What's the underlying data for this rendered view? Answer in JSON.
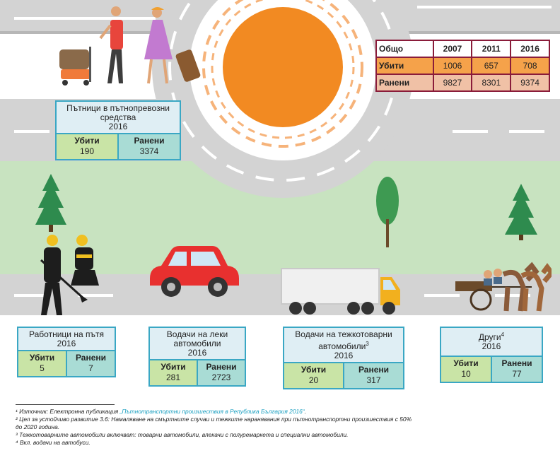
{
  "summary_table": {
    "header": [
      "Общо",
      "2007",
      "2011",
      "2016"
    ],
    "rows": [
      {
        "label": "Убити",
        "values": [
          "1006",
          "657",
          "708"
        ]
      },
      {
        "label": "Ранени",
        "values": [
          "9827",
          "8301",
          "9374"
        ]
      }
    ]
  },
  "boxes": {
    "passengers": {
      "title": "Пътници в пътнопревозни средства",
      "year": "2016",
      "killed_label": "Убити",
      "killed": "190",
      "injured_label": "Ранени",
      "injured": "3374"
    },
    "workers": {
      "title": "Работници на пътя",
      "year": "2016",
      "killed_label": "Убити",
      "killed": "5",
      "injured_label": "Ранени",
      "injured": "7"
    },
    "cars": {
      "title": "Водачи на леки автомобили",
      "year": "2016",
      "killed_label": "Убити",
      "killed": "281",
      "injured_label": "Ранени",
      "injured": "2723"
    },
    "trucks": {
      "title": "Водачи на тежкотоварни автомобили",
      "title_sup": "3",
      "year": "2016",
      "killed_label": "Убити",
      "killed": "20",
      "injured_label": "Ранени",
      "injured": "317"
    },
    "other": {
      "title": "Други",
      "title_sup": "4",
      "year": "2016",
      "killed_label": "Убити",
      "killed": "10",
      "injured_label": "Ранени",
      "injured": "77"
    }
  },
  "footnotes": {
    "n1_prefix": "¹ Източник: Електронна публикация ",
    "n1_source": "„Пътнотранспортни произшествия в Република България 2016“",
    "n1_suffix": ".",
    "n2a": "² Цел за устойчиво развитие 3.6: Намаляване на смъртните случаи и тежките наранявания при пътнотранспортни произшествия с 50%",
    "n2b": "до 2020 година.",
    "n3": "³ Тежкотоварните автомобили включват: товарни автомобили, влекачи с полуремаркета и специални автомобили.",
    "n4": "⁴ Вкл. водачи на автобуси."
  },
  "colors": {
    "sun": "#f28a22",
    "box_border": "#3aa7c4",
    "table_border": "#8a1c3a",
    "killed_cell": "#c9e4a6",
    "injured_cell": "#a9dcd5"
  }
}
